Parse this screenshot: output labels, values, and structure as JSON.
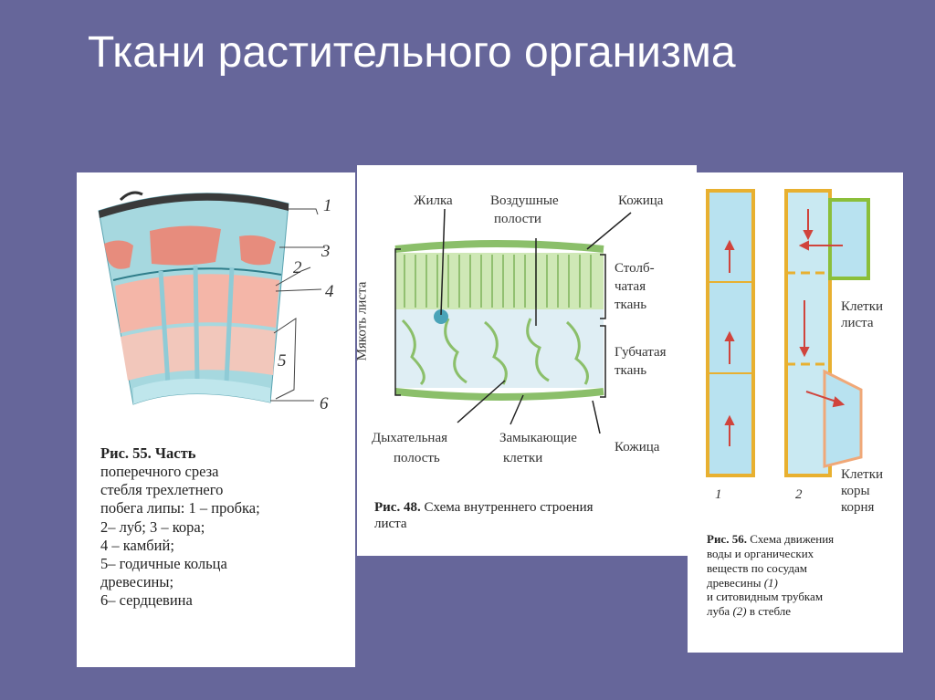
{
  "slide": {
    "title": "Ткани растительного организма"
  },
  "colors": {
    "background": "#66669a",
    "cork": "#3a3a3a",
    "tissue_blue": "#9fd3dc",
    "wood_pink": "#f4b6a8",
    "xylem_orange": "#e8b030",
    "leaf_green": "#8cc46a",
    "arrow_red": "#d0443c"
  },
  "fig55": {
    "numbers": [
      "1",
      "2",
      "3",
      "4",
      "5",
      "6"
    ],
    "caption": {
      "head": "Рис. 55.",
      "lines": [
        "Часть",
        "поперечного среза",
        "стебля трехлетнего",
        "побега липы:",
        "1 – пробка;",
        "2– луб;",
        "3 – кора;",
        "4 – камбий;",
        "5– годичные кольца",
        "древесины;",
        "6– сердцевина"
      ]
    }
  },
  "fig48": {
    "labels": {
      "vein": "Жилка",
      "air1": "Воздушные",
      "air2": "полости",
      "skin_top": "Кожица",
      "col1": "Столб-",
      "col2": "чатая",
      "col3": "ткань",
      "sp1": "Губчатая",
      "sp2": "ткань",
      "pulp": "Мякоть листа",
      "br1": "Дыхательная",
      "br2": "полость",
      "gu1": "Замыкающие",
      "gu2": "клетки",
      "skin_bottom": "Кожица"
    },
    "caption": {
      "head": "Рис. 48.",
      "line1": "Схема внутреннего строения",
      "line2": "листа"
    }
  },
  "fig56": {
    "labels": {
      "leaf1": "Клетки",
      "leaf2": "листа",
      "root1": "Клетки",
      "root2": "коры",
      "root3": "корня",
      "n1": "1",
      "n2": "2"
    },
    "caption": {
      "head": "Рис. 56.",
      "lines": [
        "Схема движения",
        "воды и органических",
        "веществ по сосудам",
        "древесины",
        "(1)",
        "и ситовидным трубкам",
        "луба",
        "(2)",
        "в стебле"
      ]
    }
  }
}
